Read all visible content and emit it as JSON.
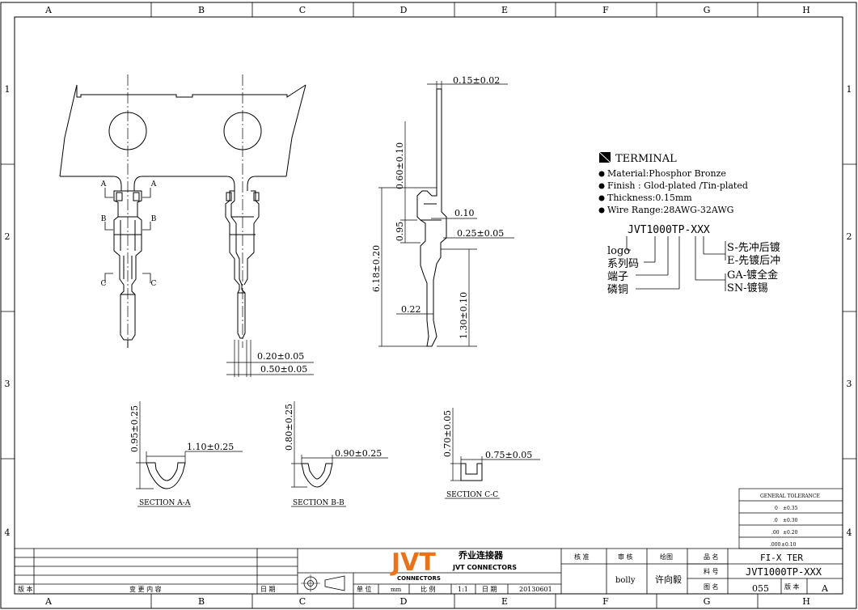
{
  "border": {
    "columns": [
      "A",
      "B",
      "C",
      "D",
      "E",
      "F",
      "G",
      "H"
    ],
    "rows": [
      "1",
      "2",
      "3",
      "4"
    ]
  },
  "terminal_info": {
    "title": "TERMINAL",
    "specs": [
      "Material:Phosphor Bronze",
      "Finish : Glod-plated /Tin-plated",
      "Thickness:0.15mm",
      "Wire Range:28AWG-32AWG"
    ]
  },
  "part_code": {
    "code": "JVT1000TP-XXX",
    "left_labels": [
      "logo",
      "系列码",
      "端子",
      "磷铜"
    ],
    "right_labels": [
      "S-先冲后镀",
      "E-先镀后冲",
      "GA-镀全金",
      "SN-镀锡"
    ]
  },
  "dimensions": {
    "top_thickness": "0.15±0.02",
    "v_060": "0.60±0.10",
    "v_095": "0.95",
    "h_010": "0.10",
    "h_025": "0.25±0.05",
    "v_618": "6.18±0.20",
    "h_022": "0.22",
    "v_130": "1.30±0.10",
    "h_020": "0.20±0.05",
    "h_050": "0.50±0.05",
    "sec_a_h": "0.95±0.25",
    "sec_a_w": "1.10±0.25",
    "sec_b_h": "0.80±0.25",
    "sec_b_w": "0.90±0.25",
    "sec_c_h": "0.70±0.05",
    "sec_c_w": "0.75±0.05",
    "cut_a": "A",
    "cut_b": "B",
    "cut_c": "C"
  },
  "sections": {
    "a": "SECTION A-A",
    "b": "SECTION B-B",
    "c": "SECTION C-C"
  },
  "tolerance": {
    "title": "GENERAL TOLERANCE",
    "rows": [
      {
        "dec": "0",
        "tol": "±0.35"
      },
      {
        "dec": ".0",
        "tol": "±0.30"
      },
      {
        "dec": ".00",
        "tol": "±0.20"
      },
      {
        "dec": ".000",
        "tol": "±0.10"
      }
    ]
  },
  "title_block": {
    "revision_hdr": [
      "版 本",
      "变 更 内 容",
      "日 期"
    ],
    "logo_text": "JVT",
    "logo_sub": "CONNECTORS",
    "company_cn": "乔业连接器",
    "company_en": "JVT CONNECTORS",
    "unit_label": "单 位",
    "unit_value": "mm",
    "scale_label": "比 例",
    "scale_value": "1:1",
    "date_label": "日 期",
    "date_value": "20130601",
    "approve_label": "核 准",
    "review_label": "审 核",
    "draw_label": "绘图",
    "reviewer": "bolly",
    "drafter": "许向毅",
    "name_label": "品 名",
    "name_value": "FI-X TER",
    "partno_label": "料 号",
    "partno_value": "JVT1000TP-XXX",
    "drawno_label": "图 名",
    "drawno_value": "055",
    "version_label": "版 本",
    "version_value": "A"
  },
  "colors": {
    "line": "#000000",
    "logo_orange": "#e8731a",
    "background": "#ffffff"
  }
}
